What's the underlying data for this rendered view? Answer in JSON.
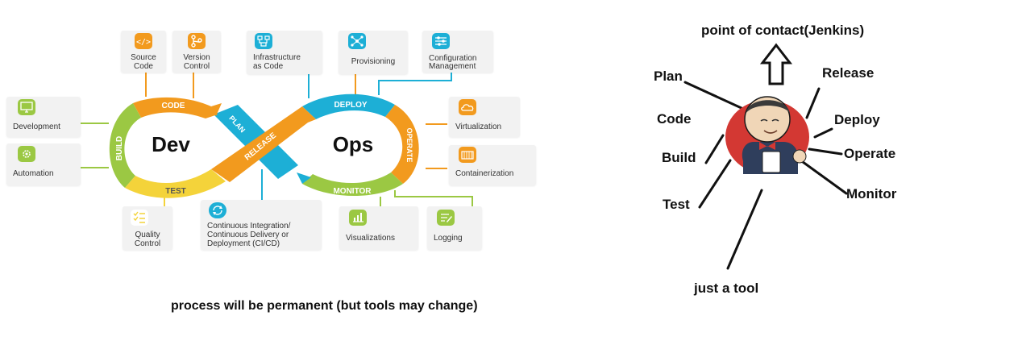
{
  "devops": {
    "left_word": "Dev",
    "right_word": "Ops",
    "loop_labels": {
      "code": "CODE",
      "build": "BUILD",
      "test": "TEST",
      "plan": "PLAN",
      "release": "RELEASE",
      "deploy": "DEPLOY",
      "operate": "OPERATE",
      "monitor": "MONITOR"
    },
    "cards": {
      "source_code": [
        "Source",
        "Code"
      ],
      "version_control": [
        "Version",
        "Control"
      ],
      "infrastructure": [
        "Infrastructure",
        "as Code"
      ],
      "provisioning": [
        "Provisioning"
      ],
      "configuration": [
        "Configuration",
        "Management"
      ],
      "development": [
        "Development"
      ],
      "automation": [
        "Automation"
      ],
      "virtualization": [
        "Virtualization"
      ],
      "containerization": [
        "Containerization"
      ],
      "quality_control": [
        "Quality",
        "Control"
      ],
      "cicd": [
        "Continuous Integration/",
        "Continuous Delivery or",
        "Deployment (CI/CD)"
      ],
      "visualizations": [
        "Visualizations"
      ],
      "logging": [
        "Logging"
      ]
    },
    "caption": "process will be permanent (but tools may change)"
  },
  "jenkins": {
    "title": "point of contact(Jenkins)",
    "labels": {
      "plan": "Plan",
      "code": "Code",
      "build": "Build",
      "test": "Test",
      "release": "Release",
      "deploy": "Deploy",
      "operate": "Operate",
      "monitor": "Monitor",
      "tool": "just a tool"
    }
  },
  "colors": {
    "orange": "#F29A1E",
    "green": "#9BC843",
    "yellow": "#F4D33A",
    "blue": "#1DAFD6",
    "jenkins_red": "#D33833"
  },
  "icons": {
    "source_code": "code-icon",
    "version_control": "branch-icon",
    "infrastructure": "network-icon",
    "provisioning": "share-icon",
    "configuration": "sliders-icon",
    "development": "monitor-icon",
    "automation": "gear-icon",
    "virtualization": "cloud-icon",
    "containerization": "container-icon",
    "quality_control": "checklist-icon",
    "cicd": "refresh-icon",
    "visualizations": "bar-chart-icon",
    "logging": "log-icon"
  }
}
